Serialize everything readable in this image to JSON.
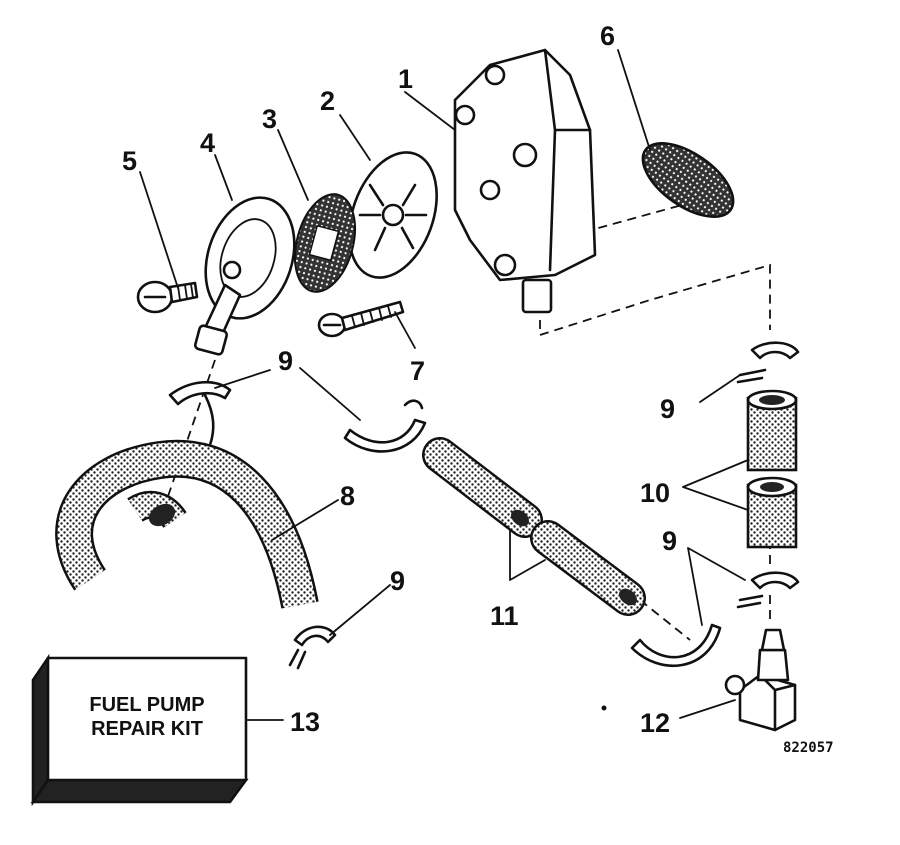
{
  "callouts": {
    "c1": "1",
    "c2": "2",
    "c3": "3",
    "c4": "4",
    "c5": "5",
    "c6": "6",
    "c7": "7",
    "c8": "8",
    "c9a": "9",
    "c9b": "9",
    "c9c": "9",
    "c9d": "9",
    "c10": "10",
    "c11": "11",
    "c12": "12",
    "c13": "13"
  },
  "kit": {
    "line1": "FUEL PUMP",
    "line2": "REPAIR KIT"
  },
  "drawing_code": "822057"
}
